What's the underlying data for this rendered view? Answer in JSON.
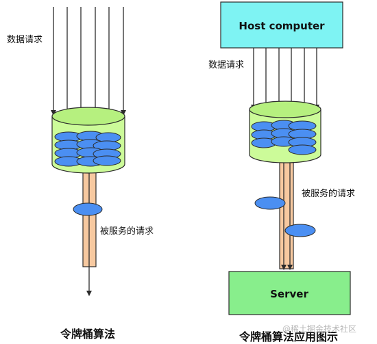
{
  "left_diagram": {
    "label_requests": "数据请求",
    "label_served": "被服务的请求",
    "title": "令牌桶算法"
  },
  "right_diagram": {
    "host_label": "Host computer",
    "label_requests": "数据请求",
    "label_served": "被服务的请求",
    "server_label": "Server",
    "title": "令牌桶算法应用图示"
  },
  "watermark": "@稀土掘金技术社区",
  "colors": {
    "bucket_fill": "#ccfb99",
    "bucket_top": "#b6f07f",
    "token_fill": "#4b8ff2",
    "pipe_fill": "#f7c9a0",
    "host_box_fill": "#7ef3f3",
    "server_box_fill": "#88ee8c",
    "stroke": "#2b2b2b"
  },
  "icons": [
    "arrow-icon",
    "token-icon"
  ]
}
